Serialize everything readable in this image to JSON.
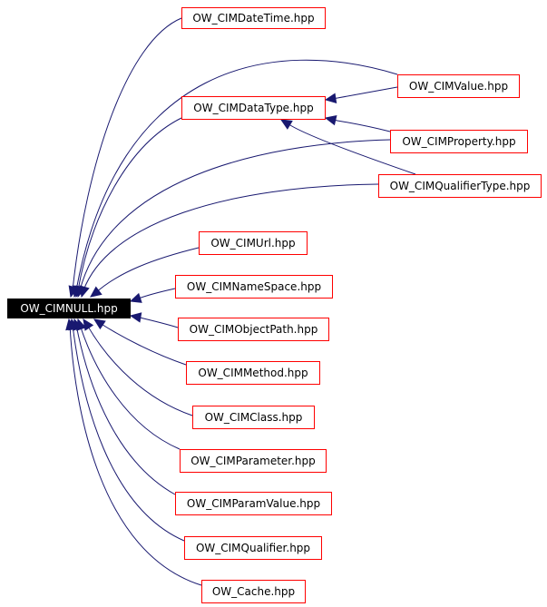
{
  "root": {
    "label": "OW_CIMNULL.hpp"
  },
  "files": [
    "OW_CIMDateTime.hpp",
    "OW_CIMValue.hpp",
    "OW_CIMDataType.hpp",
    "OW_CIMProperty.hpp",
    "OW_CIMQualifierType.hpp",
    "OW_CIMUrl.hpp",
    "OW_CIMNameSpace.hpp",
    "OW_CIMObjectPath.hpp",
    "OW_CIMMethod.hpp",
    "OW_CIMClass.hpp",
    "OW_CIMParameter.hpp",
    "OW_CIMParamValue.hpp",
    "OW_CIMQualifier.hpp",
    "OW_Cache.hpp"
  ],
  "colors": {
    "edge": "#191970",
    "node_border": "#ff0000",
    "root_fill": "#000000",
    "root_text": "#ffffff"
  }
}
